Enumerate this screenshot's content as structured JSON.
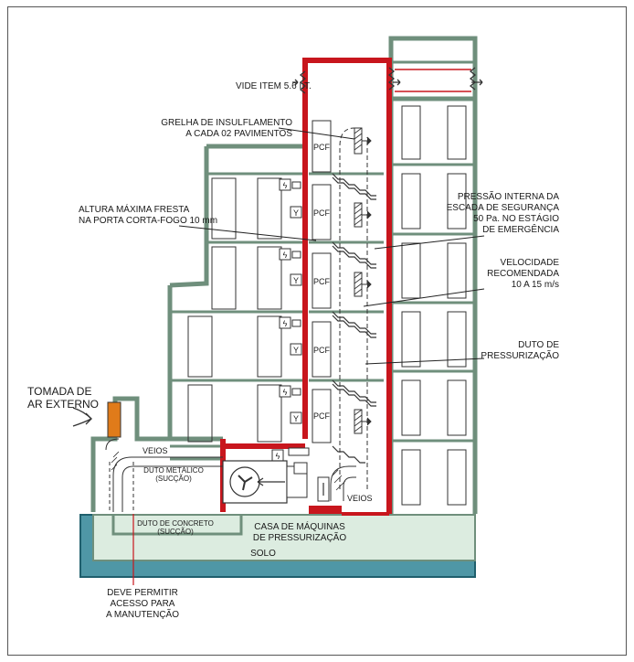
{
  "colors": {
    "wall_green": "#6f8f7c",
    "fill_green": "#dcece0",
    "red_shaft": "#c8161d",
    "ground_blue": "#4f97a6",
    "ground_stroke": "#1f5f6d",
    "intake_orange": "#e07b1a",
    "leader_red": "#c8161d",
    "text_dark": "#1a1a1a"
  },
  "labels": {
    "vide_item": "VIDE ITEM 5.6 I.T.",
    "grelha_line1": "GRELHA DE INSULFLAMENTO",
    "grelha_line2": "A CADA 02 PAVIMENTOS",
    "altura_line1": "ALTURA MÁXIMA FRESTA",
    "altura_line2": "NA PORTA CORTA-FOGO 10 mm",
    "pressao_line1": "PRESSÃO INTERNA DA",
    "pressao_line2": "ESCADA DE SEGURANÇA",
    "pressao_line3": "50 Pa. NO ESTÁGIO",
    "pressao_line4": "DE EMERGÊNCIA",
    "velocidade_line1": "VELOCIDADE",
    "velocidade_line2": "RECOMENDADA",
    "velocidade_line3": "10 A 15 m/s",
    "duto_line1": "DUTO DE",
    "duto_line2": "PRESSURIZAÇÃO",
    "tomada_line1": "TOMADA DE",
    "tomada_line2": "AR EXTERNO",
    "veios_left": "VEIOS",
    "veios_right": "VEIOS",
    "duto_metalico_line1": "DUTO METÁLICO",
    "duto_metalico_line2": "(SUCÇÃO)",
    "duto_concreto_line1": "DUTO DE CONCRETO",
    "duto_concreto_line2": "(SUCÇÃO)",
    "casa_line1": "CASA DE MÁQUINAS",
    "casa_line2": "DE PRESSURIZAÇÃO",
    "solo": "SOLO",
    "deve_line1": "DEVE PERMITIR",
    "deve_line2": "ACESSO PARA",
    "deve_line3": "A MANUTENÇÃO",
    "pcf": "PCF",
    "y_symbol": "Y",
    "bolt_symbol": "ϟ"
  }
}
